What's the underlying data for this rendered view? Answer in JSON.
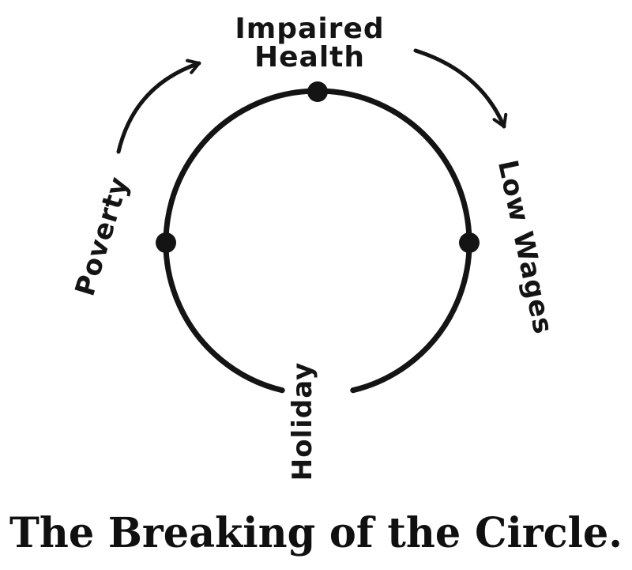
{
  "page": {
    "background_color": "#ffffff",
    "ink_color": "#141414"
  },
  "diagram": {
    "caption": "The Breaking of the Circle.",
    "labels": {
      "impaired_line1": "Impaired",
      "impaired_line2": "Health",
      "low_wages": "Low Wages",
      "poverty": "Poverty",
      "holiday": "Holiday"
    },
    "icons": {
      "arrow_top_left": "curved-clockwise-arrow",
      "arrow_top_right": "curved-clockwise-arrow"
    },
    "nodes": [
      {
        "label": "Impaired Health",
        "position": "top",
        "marker": "dot"
      },
      {
        "label": "Low Wages",
        "position": "right",
        "marker": "dot"
      },
      {
        "label": "Holiday",
        "position": "bottom",
        "marker": "gap-in-circle"
      },
      {
        "label": "Poverty",
        "position": "left",
        "marker": "dot"
      }
    ]
  }
}
